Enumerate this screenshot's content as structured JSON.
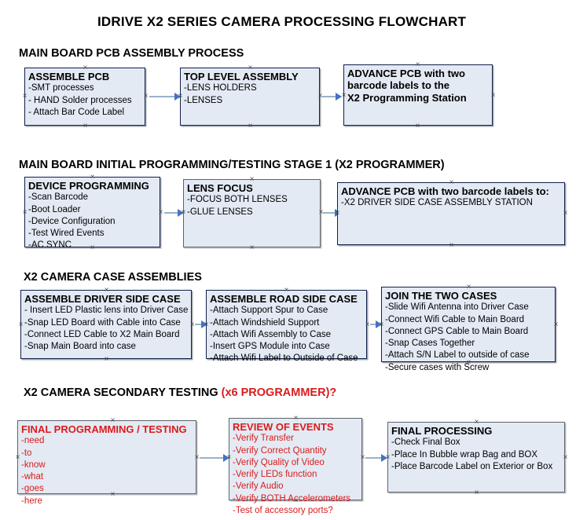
{
  "document": {
    "title": "IDRIVE X2  SERIES CAMERA PROCESSING FLOWCHART"
  },
  "colors": {
    "node_fill": "#e3eaf4",
    "node_border": "#10204a",
    "node_border_grey": "#5f6368",
    "connector": "#9bb1cc",
    "arrowhead": "#4472c4",
    "text": "#000000",
    "accent_red": "#d91c1c"
  },
  "sections": [
    {
      "heading": "MAIN BOARD PCB ASSEMBLY PROCESS",
      "heading_accent": "",
      "nodes": [
        {
          "title": "ASSEMBLE PCB",
          "lines": [
            "-SMT processes",
            "- HAND Solder processes",
            "- Attach Bar Code Label"
          ]
        },
        {
          "title": "TOP LEVEL ASSEMBLY",
          "lines": [
            "-LENS HOLDERS",
            "-LENSES"
          ]
        },
        {
          "title": "ADVANCE PCB with two",
          "lines": [
            "barcode labels to the",
            " X2 Programming Station"
          ]
        }
      ]
    },
    {
      "heading": "MAIN BOARD INITIAL PROGRAMMING/TESTING STAGE 1 (X2 PROGRAMMER)",
      "heading_accent": "",
      "nodes": [
        {
          "title": "DEVICE PROGRAMMING",
          "lines": [
            "-Scan Barcode",
            "-Boot Loader",
            "-Device Configuration",
            "-Test Wired Events",
            "-AC SYNC"
          ]
        },
        {
          "title": "LENS FOCUS",
          "lines": [
            "-FOCUS BOTH LENSES",
            "-GLUE LENSES"
          ]
        },
        {
          "title": "ADVANCE PCB with two barcode labels to:",
          "lines": [
            "-X2 DRIVER  SIDE  CASE  ASSEMBLY STATION"
          ]
        }
      ]
    },
    {
      "heading": "X2 CAMERA CASE ASSEMBLIES",
      "heading_accent": "",
      "nodes": [
        {
          "title": "ASSEMBLE DRIVER SIDE CASE",
          "lines": [
            "- Insert LED Plastic lens into Driver Case",
            "-Snap LED Board with Cable into Case",
            "-Connect LED Cable to X2 Main Board",
            "-Snap Main Board into case"
          ]
        },
        {
          "title": "ASSEMBLE ROAD SIDE CASE",
          "lines": [
            "-Attach Support Spur to Case",
            "-Attach Windshield Support",
            "-Attach Wifi Assembly to Case",
            "-Insert GPS Module into Case",
            "-Attach Wifi Label to Outside of Case"
          ]
        },
        {
          "title": "JOIN THE TWO CASES",
          "lines": [
            "-Slide Wifi Antenna into Driver Case",
            "-Connect Wifi Cable to Main Board",
            "-Connect GPS Cable to Main Board",
            "-Snap Cases Together",
            "-Attach S/N Label to outside of case",
            "-Secure cases with Screw"
          ]
        }
      ]
    },
    {
      "heading": "X2 CAMERA SECONDARY TESTING ",
      "heading_accent": "(x6 PROGRAMMER)?",
      "nodes": [
        {
          "title": "FINAL PROGRAMMING / TESTING",
          "lines": [
            "-need",
            "-to",
            "-know",
            "-what",
            "-goes",
            "-here"
          ]
        },
        {
          "title": "REVIEW OF EVENTS",
          "lines": [
            "-Verify Transfer",
            "-Verify Correct Quantity",
            "-Verify Quality of Video",
            "-Verify LEDs function",
            "-Verify Audio",
            "-Verify BOTH Accelerometers",
            "-Test of accessory ports?"
          ]
        },
        {
          "title": "FINAL PROCESSING",
          "lines": [
            " -Check Final Box",
            "-Place In Bubble wrap Bag and BOX",
            "-Place Barcode Label on Exterior or Box"
          ]
        }
      ]
    }
  ]
}
